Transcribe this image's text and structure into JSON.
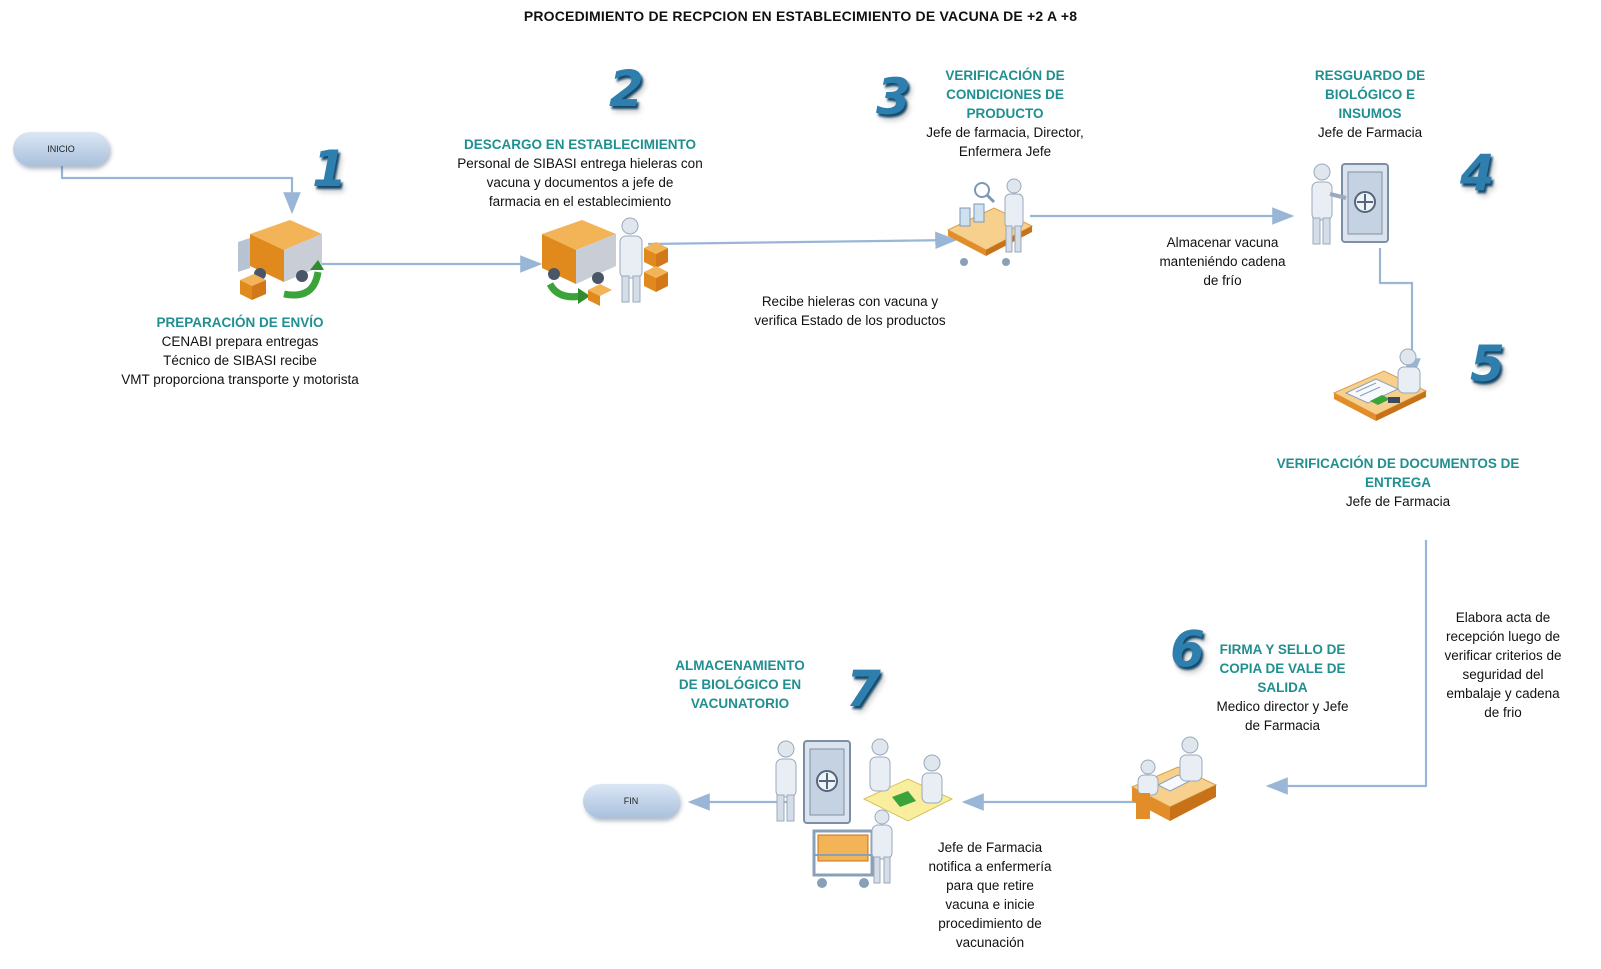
{
  "title": "PROCEDIMIENTO DE RECPCION EN ESTABLECIMIENTO DE VACUNA DE +2  A +8",
  "start": {
    "label": "INICIO"
  },
  "end": {
    "label": "FIN"
  },
  "steps": [
    {
      "number": "1",
      "title": "PREPARACIÓN DE ENVÍO",
      "lines": [
        "CENABI prepara entregas",
        "Técnico de SIBASI recibe",
        "VMT proporciona transporte y motorista"
      ]
    },
    {
      "number": "2",
      "title": "DESCARGO EN ESTABLECIMIENTO",
      "lines": [
        "Personal de SIBASI entrega hieleras con",
        "vacuna y documentos a jefe de",
        "farmacia en el establecimiento"
      ]
    },
    {
      "number": "3",
      "title_lines": [
        "VERIFICACIÓN DE",
        "CONDICIONES DE",
        "PRODUCTO"
      ],
      "lines": [
        "Jefe de farmacia, Director,",
        "Enfermera Jefe"
      ]
    },
    {
      "number": "4",
      "title_lines": [
        "RESGUARDO DE",
        "BIOLÓGICO E",
        "INSUMOS"
      ],
      "lines": [
        "Jefe de Farmacia"
      ]
    },
    {
      "number": "5",
      "title_lines": [
        "VERIFICACIÓN DE DOCUMENTOS DE",
        "ENTREGA"
      ],
      "lines": [
        "Jefe de Farmacia"
      ]
    },
    {
      "number": "6",
      "title_lines": [
        "FIRMA Y SELLO DE",
        "COPIA DE VALE DE",
        "SALIDA"
      ],
      "lines": [
        "Medico director y Jefe",
        "de Farmacia"
      ]
    },
    {
      "number": "7",
      "title_lines": [
        "ALMACENAMIENTO",
        "DE BIOLÓGICO EN",
        "VACUNATORIO"
      ],
      "lines": []
    }
  ],
  "notes": {
    "receive": [
      "Recibe hieleras con vacuna y",
      "verifica Estado de los productos"
    ],
    "store": [
      "Almacenar vacuna",
      "manteniéndo cadena",
      "de frío"
    ],
    "act": [
      "Elabora acta de",
      "recepción luego de",
      "verificar criterios de",
      "seguridad del",
      "embalaje y cadena",
      "de frio"
    ],
    "notify": [
      "Jefe de Farmacia",
      "notifica a enfermería",
      "para que retire",
      "vacuna e inicie",
      "procedimiento de",
      "vacunación"
    ]
  },
  "colors": {
    "step_title": "#1f8f8f",
    "number": "#2f7fae",
    "connector": "#9ab6d6"
  },
  "icons": [
    "truck-loading-icon",
    "truck-unloading-icon",
    "conveyor-inspection-icon",
    "safe-vault-icon",
    "desk-documents-icon",
    "desk-signing-icon",
    "vault-handover-icon"
  ]
}
